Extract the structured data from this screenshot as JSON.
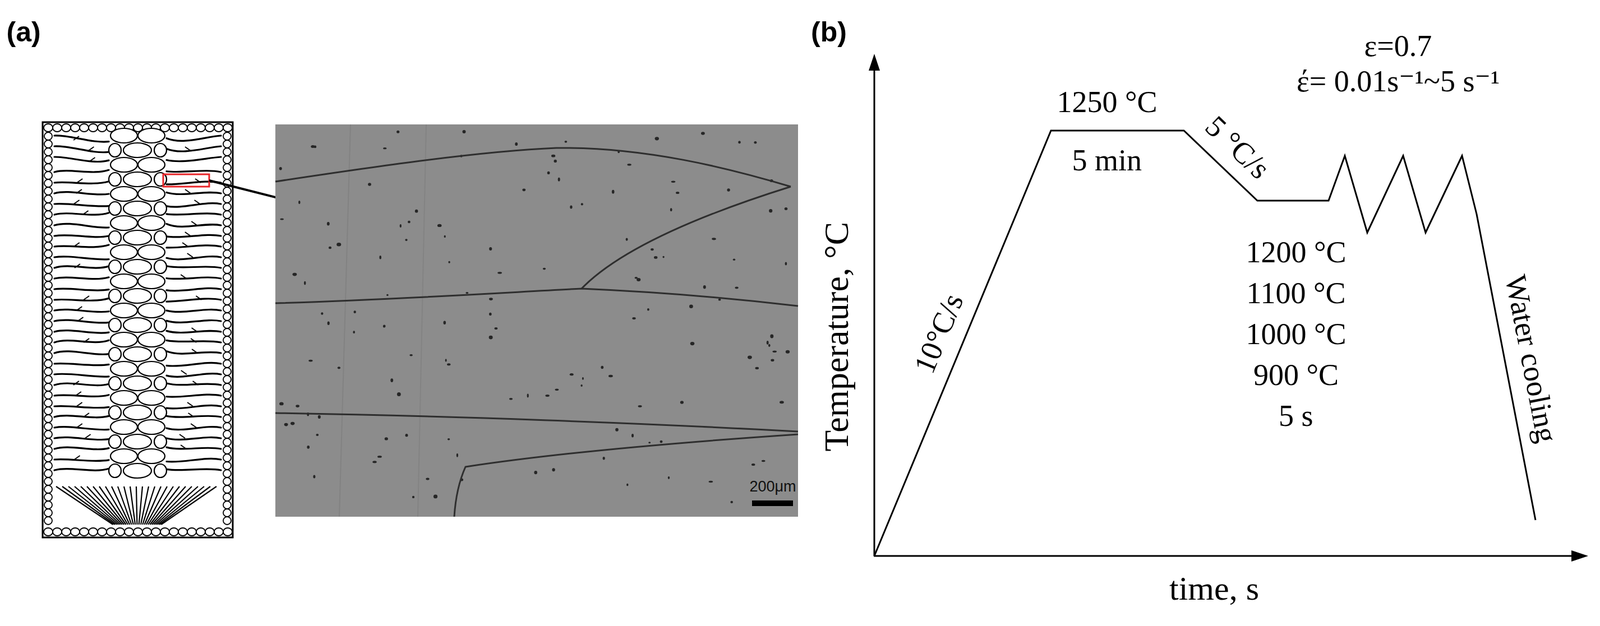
{
  "diagram": {
    "labels": [
      "(a)",
      "200μm",
      "(b)",
      "1250 °C",
      "5 min",
      "5 °C/s",
      "1200 °C",
      "1100 °C",
      "1000 °C",
      "900 °C",
      "5 s",
      "ε=0.7",
      "έ= 0.01s⁻¹~5 s⁻¹",
      "10°C/s",
      "Temperature, °C",
      "Water cooling",
      "time, s"
    ]
  }
}
